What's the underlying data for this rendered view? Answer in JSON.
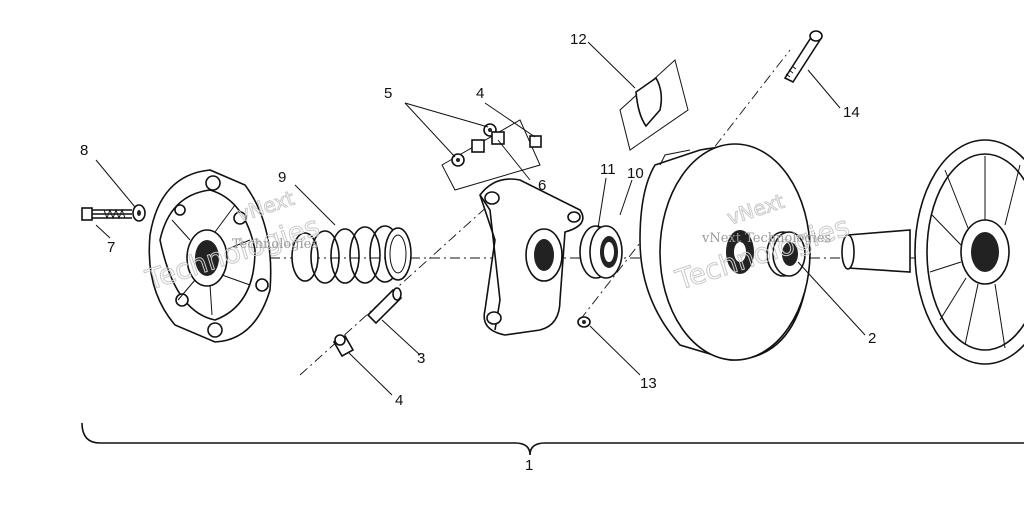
{
  "diagram": {
    "callouts": [
      "1",
      "2",
      "3",
      "4",
      "4",
      "5",
      "6",
      "7",
      "8",
      "9",
      "10",
      "11",
      "12",
      "13",
      "14"
    ],
    "watermark": {
      "line1": "vNext",
      "line2": "Technologies",
      "full": "vNext Technologies"
    },
    "colors": {
      "ink": "#111111",
      "background": "#ffffff",
      "watermark": "#9a9a9a"
    }
  }
}
